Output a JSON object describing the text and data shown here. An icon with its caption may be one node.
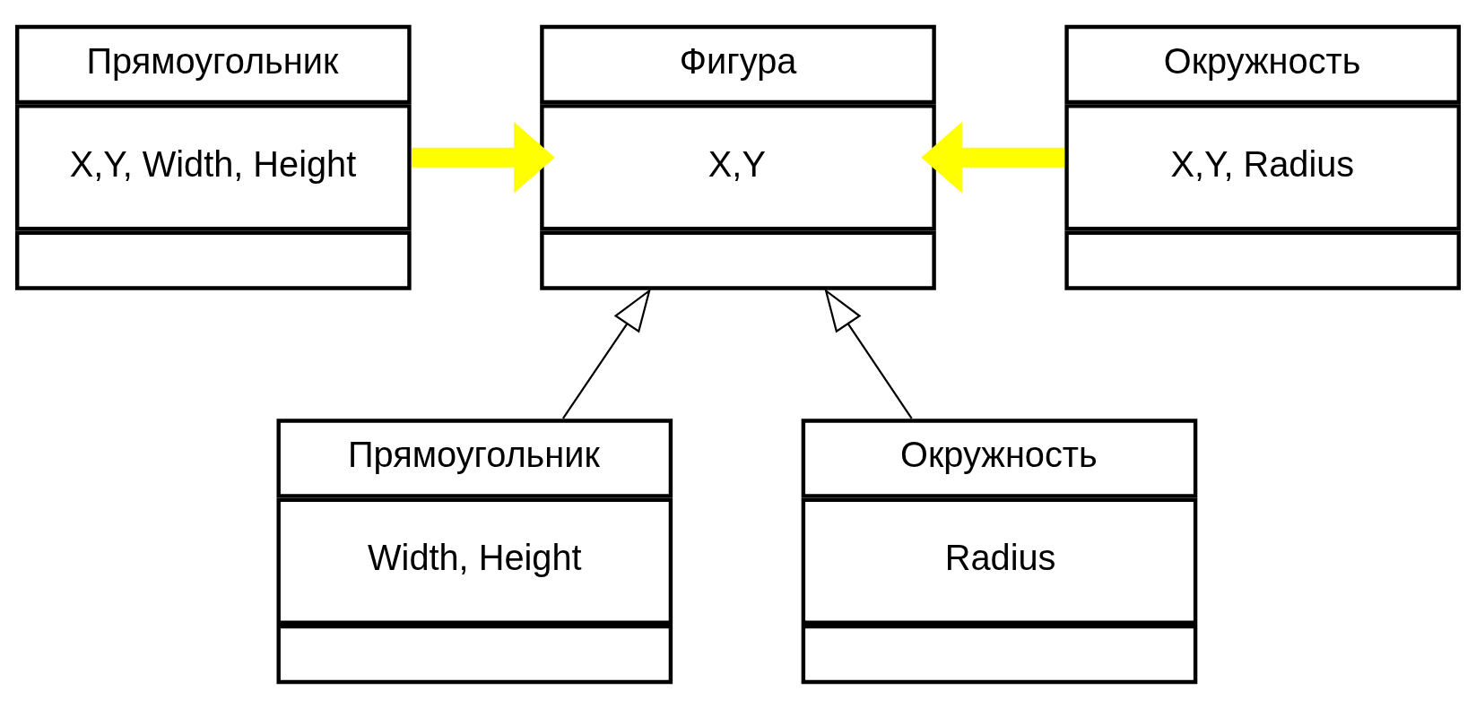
{
  "diagram": {
    "nodes": [
      {
        "text": [
          "Фигура",
          "X,Y"
        ]
      },
      {
        "text": [
          "Прямоугольник",
          "X,Y, Width, Height"
        ]
      },
      {
        "text": [
          "Окружность",
          "X,Y, Radius"
        ]
      },
      {
        "text": [
          "Прямоугольник",
          "Width, Height"
        ]
      },
      {
        "text": [
          "Окружность",
          "Radius"
        ]
      }
    ],
    "edges": [
      {
        "from": 1,
        "to": 0,
        "arrow": "to",
        "style": "thick",
        "color": "#ffff00"
      },
      {
        "from": 2,
        "to": 0,
        "arrow": "to",
        "style": "thick",
        "color": "#ffff00"
      },
      {
        "from": 3,
        "to": 0,
        "arrow": "to",
        "color": "#000000"
      },
      {
        "from": 4,
        "to": 0,
        "arrow": "to",
        "color": "#000000"
      }
    ]
  }
}
